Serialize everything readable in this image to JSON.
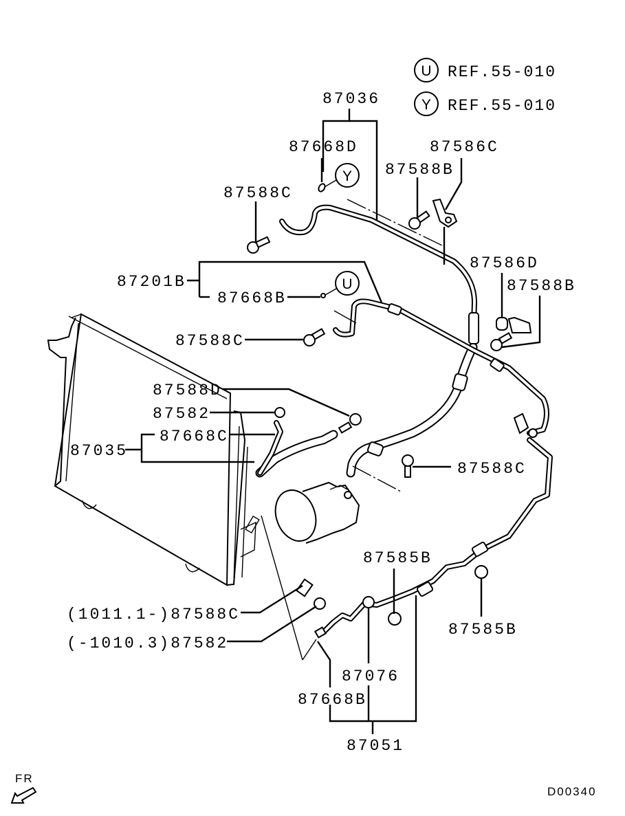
{
  "diagram": {
    "title": "A/C refrigerant lines and condenser exploded view",
    "diagram_id": "D00340",
    "direction_indicator": {
      "label": "FR",
      "icon": "front-arrow-icon"
    },
    "references": [
      {
        "marker": "U",
        "text": "REF.55-010"
      },
      {
        "marker": "Y",
        "text": "REF.55-010"
      }
    ],
    "markers": {
      "y_marker": "Y",
      "u_marker": "U"
    },
    "callouts": {
      "p87036": "87036",
      "p87668D": "87668D",
      "p87588C_top": "87588C",
      "p87588B_top": "87588B",
      "p87586C": "87586C",
      "p87201B": "87201B",
      "p87668B_top": "87668B",
      "p87588C_mid": "87588C",
      "p87586D": "87586D",
      "p87588B_right": "87588B",
      "p87588D": "87588D",
      "p87582_mid": "87582",
      "p87668C": "87668C",
      "p87035": "87035",
      "p87588C_right": "87588C",
      "p87588C_low": "(1011.1-)87588C",
      "p87582_low": "(-1010.3)87582",
      "p87585B_mid": "87585B",
      "p87585B_right": "87585B",
      "p87076": "87076",
      "p87668B_low": "87668B",
      "p87051": "87051"
    }
  }
}
